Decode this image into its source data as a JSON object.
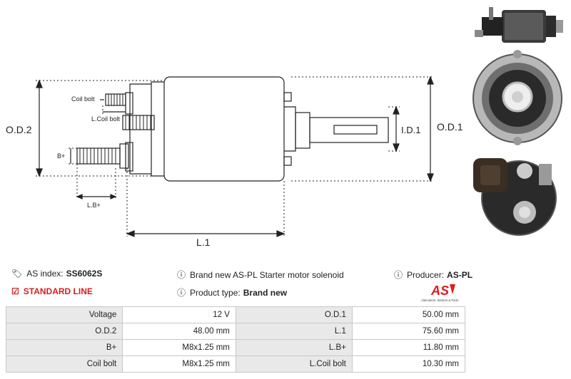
{
  "drawing": {
    "label_od2": "O.D.2",
    "label_od1": "O.D.1",
    "label_id1": "I.D.1",
    "label_l1": "L.1",
    "label_coil_bolt": "Coil bolt",
    "label_lcoil_bolt": "L.Coil bolt",
    "label_bplus": "B+",
    "label_lbplus": "L.B+"
  },
  "info": {
    "as_index_label": "AS index:",
    "as_index_value": "SS6062S",
    "line": "STANDARD LINE",
    "description": "Brand new AS-PL Starter motor solenoid",
    "product_type_label": "Product type:",
    "product_type_value": "Brand new",
    "producer_label": "Producer:",
    "producer_value": "AS-PL"
  },
  "logo": {
    "mark": "AS",
    "tagline": "Alternators, Starters & Parts",
    "color": "#e01b1b"
  },
  "specs": [
    {
      "label1": "Voltage",
      "value1": "12 V",
      "label2": "O.D.1",
      "value2": "50.00 mm"
    },
    {
      "label1": "O.D.2",
      "value1": "48.00 mm",
      "label2": "L.1",
      "value2": "75.60 mm"
    },
    {
      "label1": "B+",
      "value1": "M8x1.25 mm",
      "label2": "L.B+",
      "value2": "11.80 mm"
    },
    {
      "label1": "Coil bolt",
      "value1": "M8x1.25 mm",
      "label2": "L.Coil bolt",
      "value2": "10.30 mm"
    }
  ]
}
